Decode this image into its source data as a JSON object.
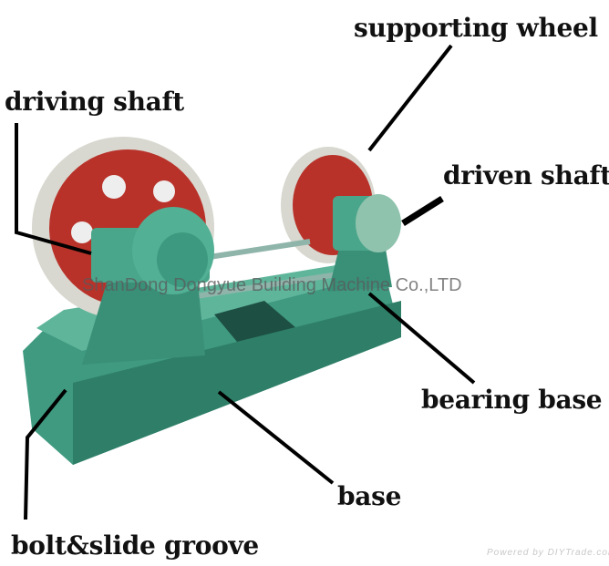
{
  "labels": {
    "supporting_wheel": "supporting wheel",
    "driving_shaft": "driving shaft",
    "driven_shaft": "driven shaft",
    "bearing_base": "bearing base",
    "base": "base",
    "bolt_slide_groove": "bolt&slide groove"
  },
  "watermark": "ShanDong Dongyue Building Machine Co.,LTD",
  "powered_by": "Powered by DIYTrade.com",
  "colors": {
    "machine_green": "#3f9a80",
    "wheel_red": "#b8322a",
    "rim_gray": "#d8d8d0"
  }
}
